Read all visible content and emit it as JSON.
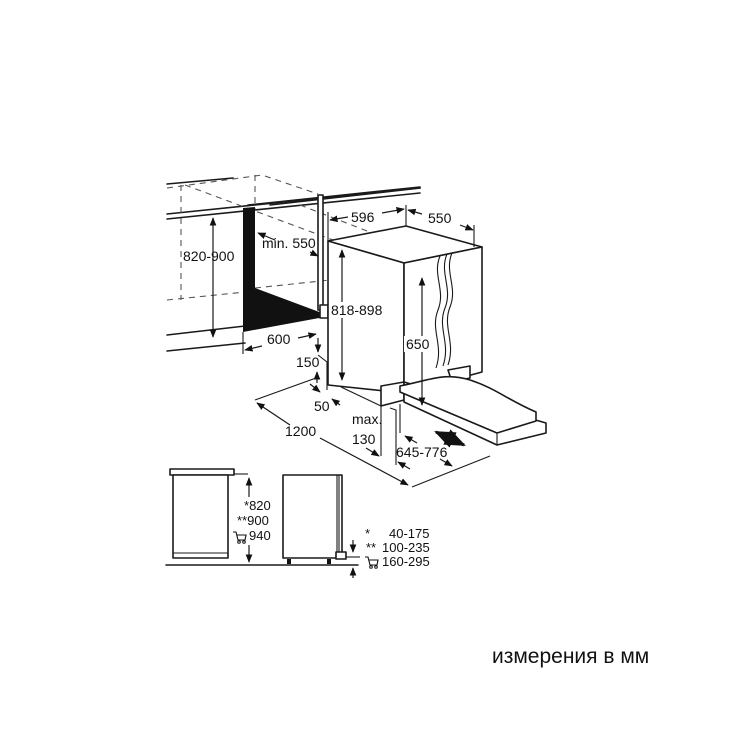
{
  "diagram": {
    "title": "Built-in dishwasher installation dimensions",
    "unit_caption": "измерения в мм",
    "niche": {
      "height_label": "820-900",
      "depth_label": "min. 550",
      "width_label": "600"
    },
    "appliance": {
      "width_label": "596",
      "depth_label": "550",
      "height_label": "818-898",
      "door_height_label": "650"
    },
    "floor": {
      "front_gap_label": "150",
      "offset_label": "50",
      "clearance_label": "1200",
      "plinth_max_label_line1": "max.",
      "plinth_max_label_line2": "130",
      "door_travel_label": "645-776"
    },
    "side_view": {
      "heights": [
        {
          "marker": "*",
          "value": "820"
        },
        {
          "marker": "**",
          "value": "900"
        },
        {
          "marker": "cart-icon",
          "value": "940"
        }
      ],
      "plinth": [
        {
          "marker": "*",
          "value": "40-175"
        },
        {
          "marker": "**",
          "value": "100-235"
        },
        {
          "marker": "cart-icon",
          "value": "160-295"
        }
      ]
    }
  }
}
